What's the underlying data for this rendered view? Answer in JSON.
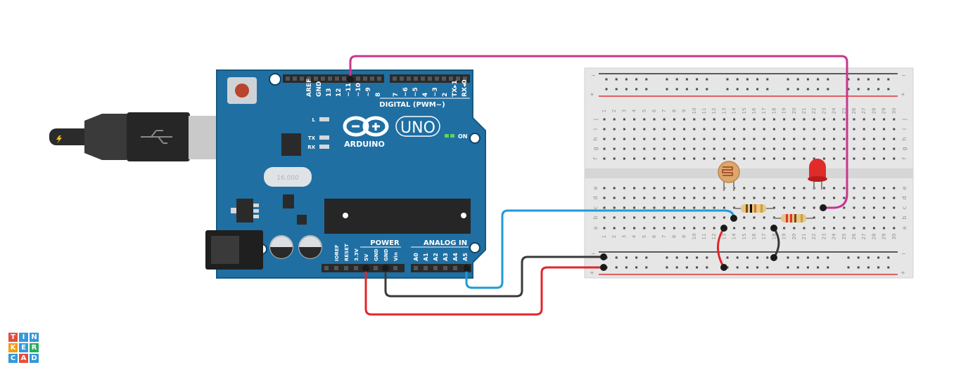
{
  "arduino": {
    "brand": "ARDUINO",
    "model": "UNO",
    "on_label": "ON",
    "digital_label": "DIGITAL (PWM~)",
    "digital_pins_high": [
      "AREF",
      "GND",
      "13",
      "12",
      "~11",
      "~10",
      "~9",
      "8"
    ],
    "digital_pins_low": [
      "7",
      "~6",
      "~5",
      "4",
      "~3",
      "2",
      "TX▸1",
      "RX◂0"
    ],
    "power_label": "POWER",
    "power_pins": [
      "IOREF",
      "RESET",
      "3.3V",
      "5V",
      "GND",
      "GND",
      "Vin"
    ],
    "analog_label": "ANALOG IN",
    "analog_pins": [
      "A0",
      "A1",
      "A2",
      "A3",
      "A4",
      "A5"
    ],
    "led_labels": [
      "L",
      "TX",
      "RX"
    ],
    "crystal_text": "16.000"
  },
  "breadboard": {
    "column_numbers": [
      "1",
      "2",
      "3",
      "4",
      "5",
      "6",
      "7",
      "8",
      "9",
      "10",
      "11",
      "12",
      "13",
      "14",
      "15",
      "16",
      "17",
      "18",
      "19",
      "20",
      "21",
      "22",
      "23",
      "24",
      "25",
      "26",
      "27",
      "28",
      "29",
      "30"
    ],
    "rows_top": [
      "j",
      "i",
      "h",
      "g",
      "f"
    ],
    "rows_bottom": [
      "e",
      "d",
      "c",
      "b",
      "a"
    ],
    "rail_minus": "−",
    "rail_plus": "+"
  },
  "wires": [
    {
      "name": "pin11-to-led",
      "color": "#c8368e"
    },
    {
      "name": "a5-to-ldr",
      "color": "#1e9bd7"
    },
    {
      "name": "gnd-to-rail",
      "color": "#3a3a3a"
    },
    {
      "name": "5v-to-rail",
      "color": "#e0262b"
    }
  ],
  "logo": {
    "letters": [
      "T",
      "I",
      "N",
      "K",
      "E",
      "R",
      "C",
      "A",
      "D"
    ],
    "colors": [
      "#e74c3c",
      "#3498db",
      "#3498db",
      "#f39c12",
      "#3498db",
      "#27ae60",
      "#3498db",
      "#e74c3c",
      "#3498db"
    ]
  }
}
